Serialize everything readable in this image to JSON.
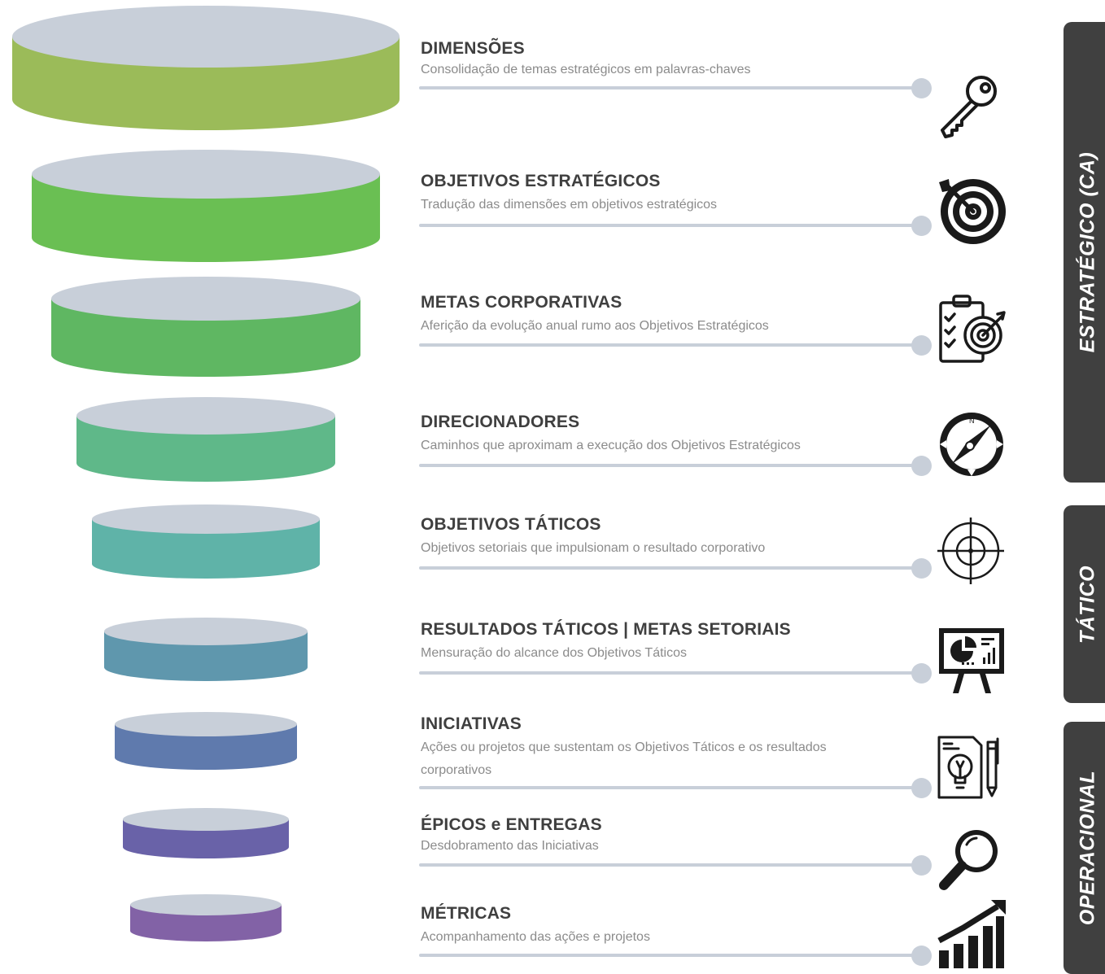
{
  "levels": [
    {
      "title": "DIMENSÕES",
      "desc": "Consolidação de temas estratégicos em palavras-chaves",
      "icon": "key-icon"
    },
    {
      "title": "OBJETIVOS  ESTRATÉGICOS",
      "desc": "Tradução das dimensões em objetivos estratégicos",
      "icon": "target-arrow-icon"
    },
    {
      "title": "METAS CORPORATIVAS",
      "desc": "Aferição da evolução anual rumo aos Objetivos Estratégicos",
      "icon": "clipboard-target-icon"
    },
    {
      "title": "DIRECIONADORES",
      "desc": "Caminhos que aproximam a execução dos Objetivos Estratégicos",
      "icon": "compass-icon"
    },
    {
      "title": "OBJETIVOS  TÁTICOS",
      "desc": "Objetivos setoriais que impulsionam o resultado corporativo",
      "icon": "crosshair-icon"
    },
    {
      "title": "RESULTADOS TÁTICOS | METAS SETORIAIS",
      "desc": "Mensuração do alcance dos Objetivos Táticos",
      "icon": "presentation-chart-icon"
    },
    {
      "title": "INICIATIVAS",
      "desc": "Ações ou projetos que sustentam os Objetivos Táticos e os resultados corporativos",
      "icon": "idea-document-icon"
    },
    {
      "title": "ÉPICOS e ENTREGAS",
      "desc": "Desdobramento das Iniciativas",
      "icon": "magnifier-icon"
    },
    {
      "title": "MÉTRICAS",
      "desc": "Acompanhamento das ações e projetos",
      "icon": "growth-chart-icon"
    }
  ],
  "tabs": [
    {
      "label": "ESTRATÉGICO (CA)"
    },
    {
      "label": "TÁTICO"
    },
    {
      "label": "OPERACIONAL"
    }
  ],
  "colors": {
    "disc_tops": "#c8cfd9",
    "disc_sides": [
      "#9bbb59",
      "#6abf53",
      "#5fb762",
      "#5fb889",
      "#5fb3a8",
      "#5f97ad",
      "#5f7aad",
      "#6962a8",
      "#8262a6"
    ],
    "connector": "#c8cfd9",
    "tab": "#404040",
    "icon": "#1a1a1a"
  }
}
